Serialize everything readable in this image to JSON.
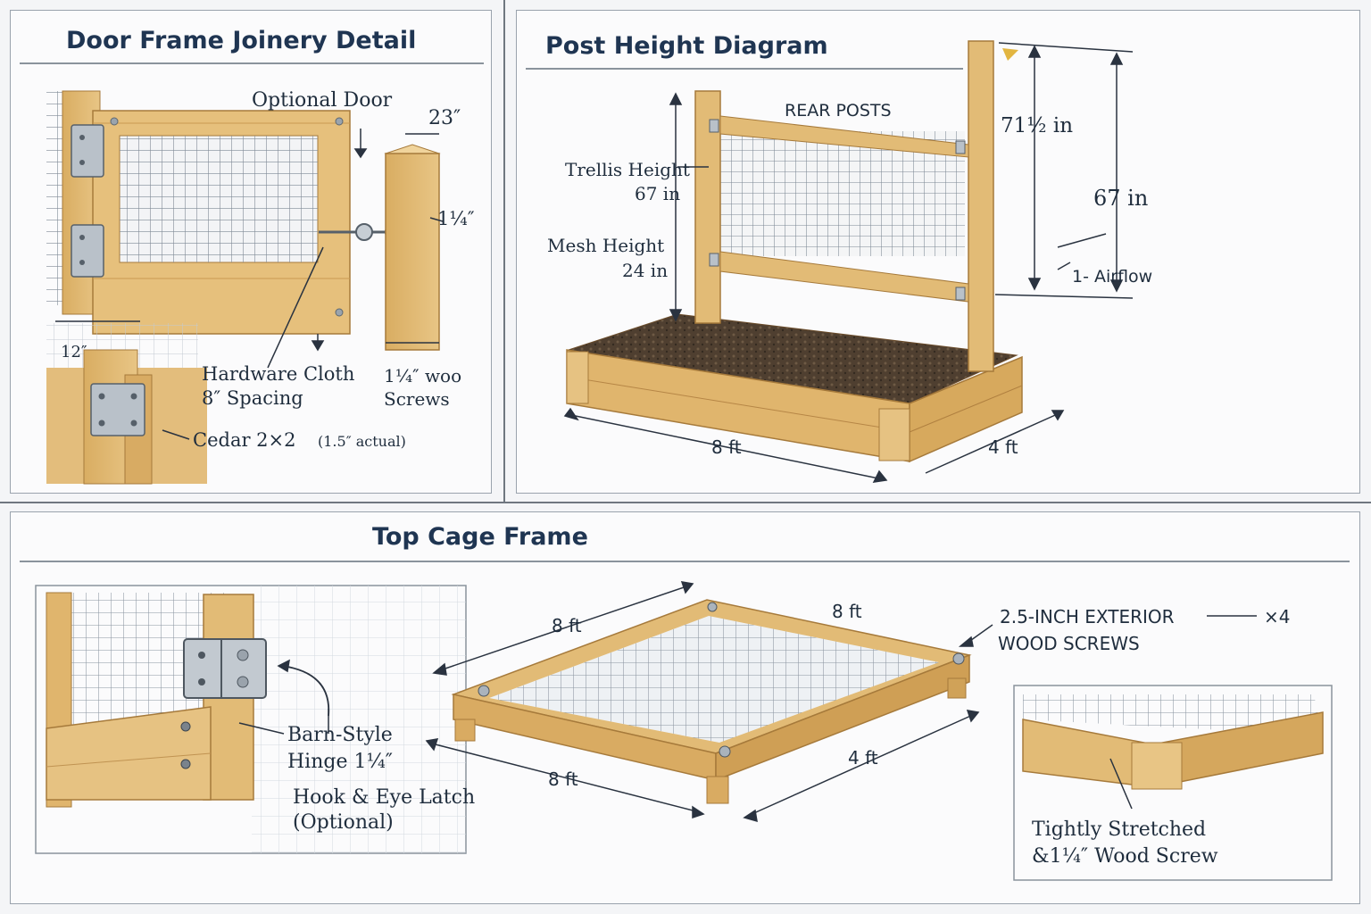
{
  "door": {
    "title": "Door Frame Joinery Detail",
    "optional_door": "Optional Door",
    "dim_23": "23″",
    "dim_114": "1¼″",
    "dim_12": "12″",
    "hardware_cloth": "Hardware Cloth",
    "spacing": "8″ Spacing",
    "screws_line1": "1¼″ woo",
    "screws_line2": "Screws",
    "cedar": "Cedar 2×2",
    "cedar_actual": "(1.5″ actual)"
  },
  "post": {
    "title": "Post Height Diagram",
    "rear_posts": "REAR POSTS",
    "trellis_line1": "Trellis Height",
    "trellis_line2": "67 in",
    "mesh_line1": "Mesh Height",
    "mesh_line2": "24 in",
    "dim_715": "71½ in",
    "dim_67": "67 in",
    "airflow": "1- Airflow",
    "len_8ft": "8 ft",
    "wid_4ft": "4 ft"
  },
  "cage": {
    "title": "Top Cage Frame",
    "len_8ft_a": "8 ft",
    "len_8ft_b": "8 ft",
    "len_8ft_c": "8 ft",
    "wid_4ft": "4 ft",
    "screws_line1": "2.5-INCH EXTERIOR",
    "screws_line2": "WOOD SCREWS",
    "screws_count": "×4",
    "barn_line1": "Barn-Style",
    "barn_line2": "Hinge 1¼″",
    "latch_line1": "Hook & Eye Latch",
    "latch_line2": "(Optional)",
    "stretched_line1": "Tightly Stretched",
    "stretched_line2": "&1¼″ Wood Screw"
  },
  "colors": {
    "wood": "#e2bb76",
    "wood_dark": "#b88a44",
    "title": "#1f3552",
    "soil": "#4a3a2c"
  }
}
